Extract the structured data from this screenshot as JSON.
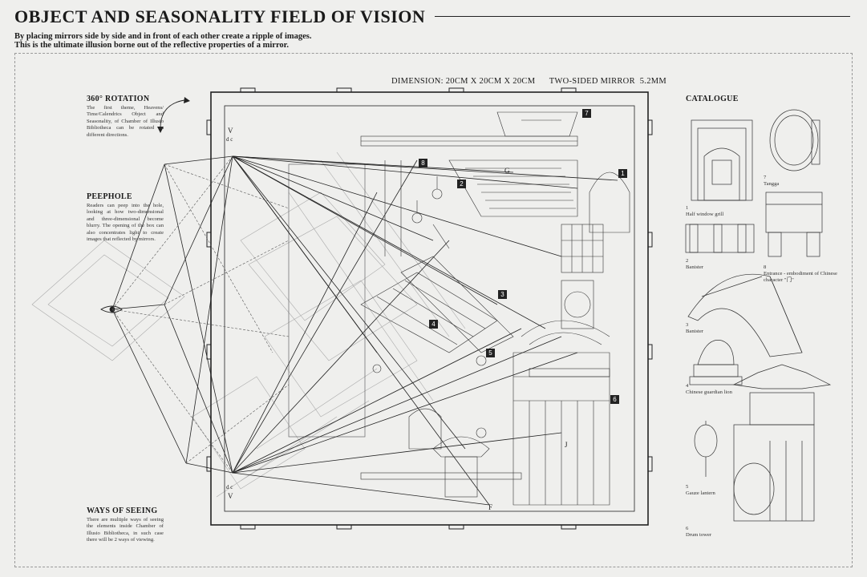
{
  "header": {
    "title": "OBJECT AND SEASONALITY FIELD OF VISION",
    "subtitle_line1": "By placing mirrors side by side and in front of each other create a ripple of images.",
    "subtitle_line2": "This is the ultimate illusion borne out of the reflective properties of a mirror."
  },
  "dimension_text": "DIMENSION: 20CM X 20CM X 20CM      TWO-SIDED MIRROR  5.2MM",
  "sections": {
    "rotation": {
      "heading": "360° ROTATION",
      "body": "The first theme, Heavens/ Time/Calendrics Object and Seasonality, of Chamber of Illusio Bibliotheca can be rotated in different directions."
    },
    "peephole": {
      "heading": "PEEPHOLE",
      "body": "Readers can peep into the hole, looking at how two-dimensional and three-dimensional become blurry. The opening of the box can also concentrates light to create images that reflected by mirrors."
    },
    "ways": {
      "heading": "WAYS OF SEEING",
      "body": "There are multiple ways of seeing the elements inside Chamber of Illusio Bibliotheca, in such case there will be 2 ways of viewing."
    }
  },
  "catalogue": {
    "heading": "CATALOGUE",
    "items": [
      {
        "num": "1",
        "label": "Half window grill"
      },
      {
        "num": "2",
        "label": "Banister"
      },
      {
        "num": "3",
        "label": "Banister"
      },
      {
        "num": "4",
        "label": "Chinese guardian lion"
      },
      {
        "num": "5",
        "label": "Gauze lantern"
      },
      {
        "num": "6",
        "label": "Drum tower"
      },
      {
        "num": "7",
        "label": "Tangga"
      },
      {
        "num": "8",
        "label": "Entrance - embodiment of Chinese character \"门\""
      }
    ]
  },
  "diagram": {
    "markers": [
      "1",
      "2",
      "3",
      "4",
      "5",
      "6",
      "7",
      "8"
    ],
    "letters": {
      "v_top": "V",
      "dc_top": "d  c",
      "dc_bottom": "d  c",
      "v_bottom": "V",
      "g": "G",
      "f": "F",
      "j": "J"
    }
  }
}
